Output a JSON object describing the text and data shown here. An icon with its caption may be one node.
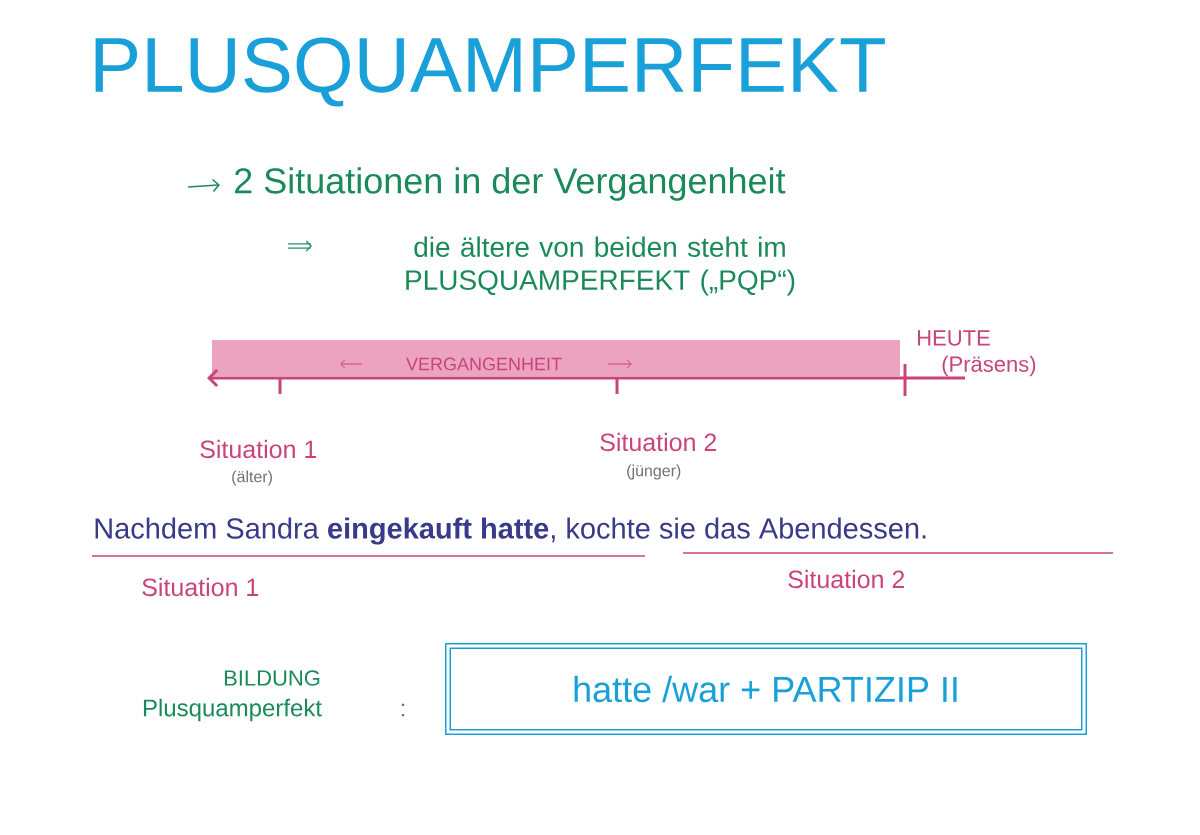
{
  "diagram": {
    "title": "PLUSQUAMPERFEKT",
    "nodes": [
      {
        "text": [
          "hatte /war + PARTIZIP II"
        ]
      }
    ],
    "edges": [],
    "labels": [
      "2 Situationen in der Vergangenheit",
      "die ältere von beiden steht im PLUSQUAMPERFEKT („PQP“)",
      "HEUTE",
      "(Präsens)",
      "VERGANGENHEIT",
      "Situation 1",
      "(älter)",
      "Situation 2",
      "(jünger)",
      "Nachdem Sandra **eingekauft hatte**, kochte sie das Abendessen.",
      "Situation 1",
      "Situation 2",
      "BILDUNG",
      "Plusquamperfekt",
      ":"
    ]
  }
}
